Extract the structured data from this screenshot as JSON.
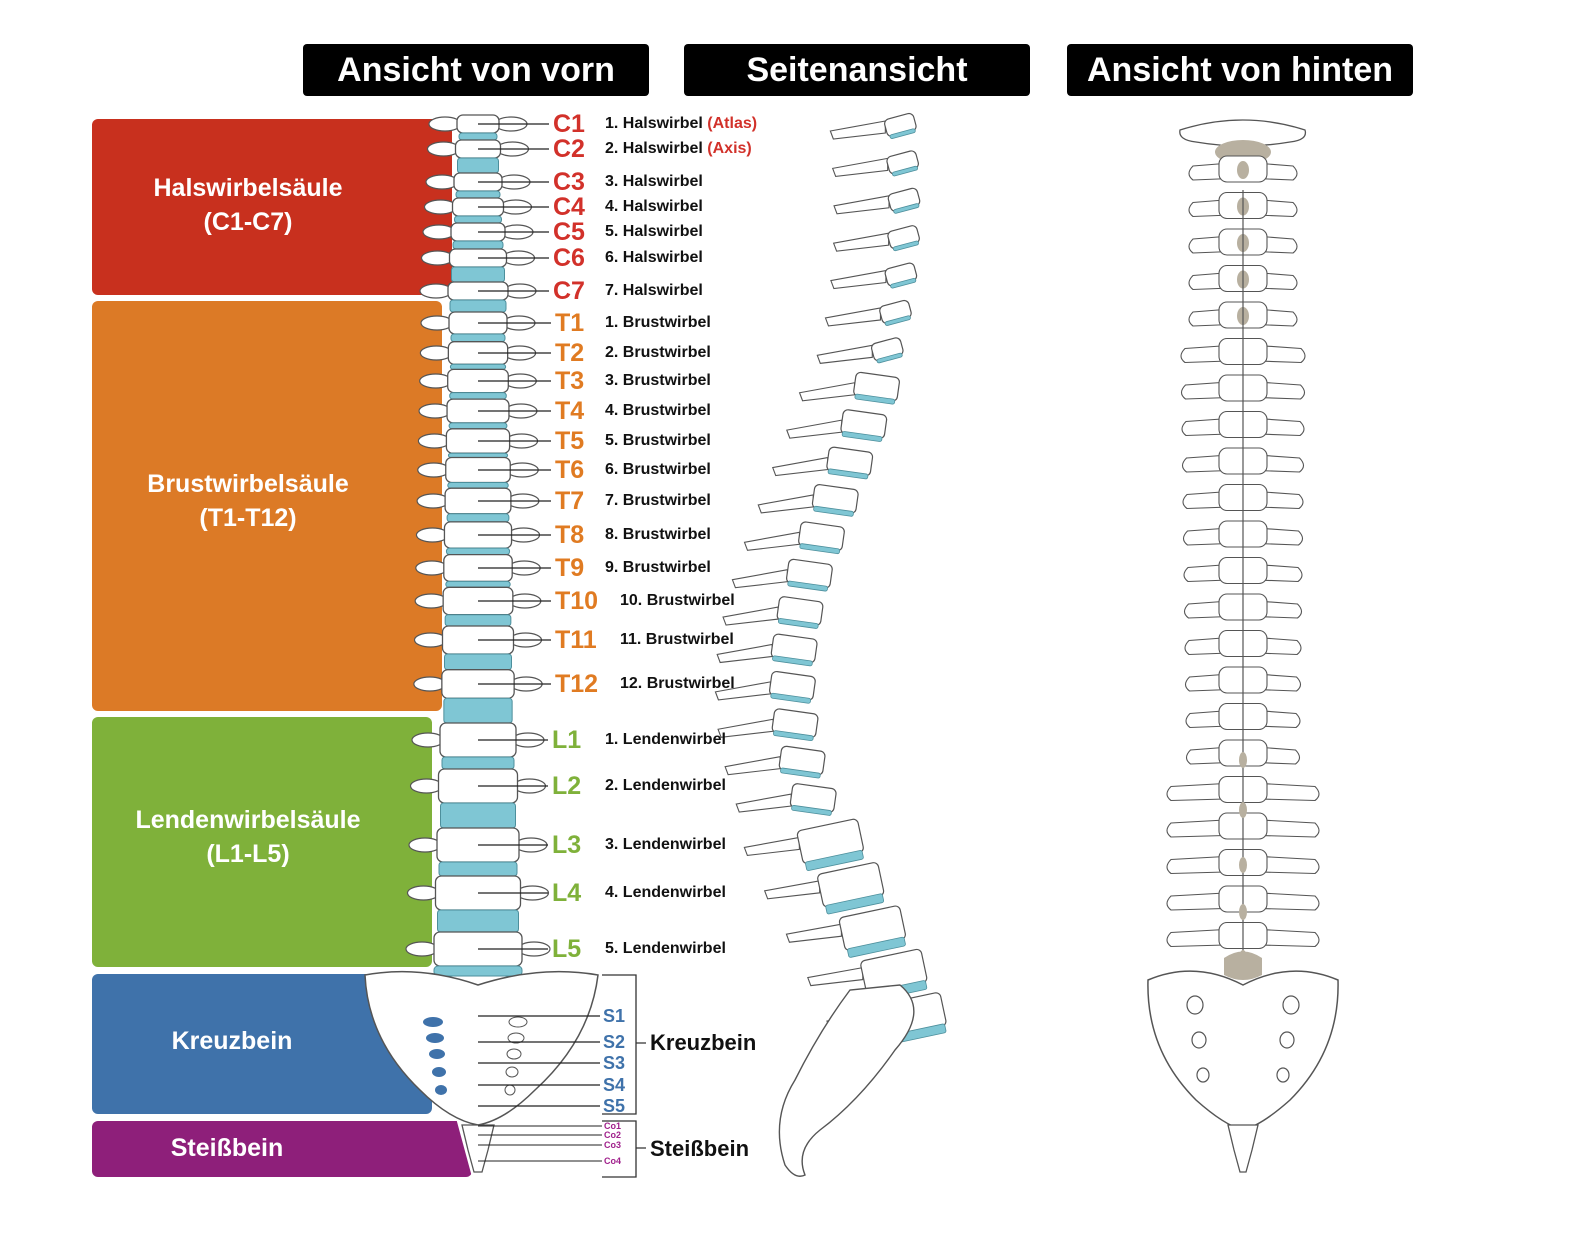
{
  "headers": {
    "front": "Ansicht von vorn",
    "side": "Seitenansicht",
    "back": "Ansicht von hinten"
  },
  "regions": [
    {
      "name": "cervical",
      "label": "Halswirbelsäule",
      "sub": "(C1-C7)",
      "color": "#c8301e"
    },
    {
      "name": "thoracic",
      "label": "Brustwirbelsäule",
      "sub": "(T1-T12)",
      "color": "#dc7a26"
    },
    {
      "name": "lumbar",
      "label": "Lendenwirbelsäule",
      "sub": "(L1-L5)",
      "color": "#7fb13a"
    },
    {
      "name": "sacrum",
      "label": "Kreuzbein",
      "sub": "",
      "color": "#3f72aa"
    },
    {
      "name": "coccyx",
      "label": "Steißbein",
      "sub": "",
      "color": "#8e1f7a"
    }
  ],
  "vertebrae": [
    {
      "code": "C1",
      "desc": "1. Halswirbel",
      "note": "(Atlas)",
      "color": "#d2312a"
    },
    {
      "code": "C2",
      "desc": "2. Halswirbel",
      "note": "(Axis)",
      "color": "#d2312a"
    },
    {
      "code": "C3",
      "desc": "3. Halswirbel",
      "note": "",
      "color": "#d2312a"
    },
    {
      "code": "C4",
      "desc": "4. Halswirbel",
      "note": "",
      "color": "#d2312a"
    },
    {
      "code": "C5",
      "desc": "5. Halswirbel",
      "note": "",
      "color": "#d2312a"
    },
    {
      "code": "C6",
      "desc": "6. Halswirbel",
      "note": "",
      "color": "#d2312a"
    },
    {
      "code": "C7",
      "desc": "7. Halswirbel",
      "note": "",
      "color": "#d2312a"
    },
    {
      "code": "T1",
      "desc": "1. Brustwirbel",
      "note": "",
      "color": "#e07b22"
    },
    {
      "code": "T2",
      "desc": "2. Brustwirbel",
      "note": "",
      "color": "#e07b22"
    },
    {
      "code": "T3",
      "desc": "3. Brustwirbel",
      "note": "",
      "color": "#e07b22"
    },
    {
      "code": "T4",
      "desc": "4. Brustwirbel",
      "note": "",
      "color": "#e07b22"
    },
    {
      "code": "T5",
      "desc": "5. Brustwirbel",
      "note": "",
      "color": "#e07b22"
    },
    {
      "code": "T6",
      "desc": "6. Brustwirbel",
      "note": "",
      "color": "#e07b22"
    },
    {
      "code": "T7",
      "desc": "7. Brustwirbel",
      "note": "",
      "color": "#e07b22"
    },
    {
      "code": "T8",
      "desc": "8. Brustwirbel",
      "note": "",
      "color": "#e07b22"
    },
    {
      "code": "T9",
      "desc": "9. Brustwirbel",
      "note": "",
      "color": "#e07b22"
    },
    {
      "code": "T10",
      "desc": "10. Brustwirbel",
      "note": "",
      "color": "#e07b22"
    },
    {
      "code": "T11",
      "desc": "11. Brustwirbel",
      "note": "",
      "color": "#e07b22"
    },
    {
      "code": "T12",
      "desc": "12. Brustwirbel",
      "note": "",
      "color": "#e07b22"
    },
    {
      "code": "L1",
      "desc": "1. Lendenwirbel",
      "note": "",
      "color": "#7fb13a"
    },
    {
      "code": "L2",
      "desc": "2. Lendenwirbel",
      "note": "",
      "color": "#7fb13a"
    },
    {
      "code": "L3",
      "desc": "3. Lendenwirbel",
      "note": "",
      "color": "#7fb13a"
    },
    {
      "code": "L4",
      "desc": "4. Lendenwirbel",
      "note": "",
      "color": "#7fb13a"
    },
    {
      "code": "L5",
      "desc": "5. Lendenwirbel",
      "note": "",
      "color": "#7fb13a"
    }
  ],
  "sacral": {
    "codes": [
      "S1",
      "S2",
      "S3",
      "S4",
      "S5"
    ],
    "group_label": "Kreuzbein",
    "color": "#3f72aa"
  },
  "coccygeal": {
    "codes": [
      "Co1",
      "Co2",
      "Co3",
      "Co4"
    ],
    "group_label": "Steißbein",
    "color": "#a0208c"
  },
  "colors": {
    "disc": "#7fc6d4",
    "bone_fill": "#ffffff",
    "bone_stroke": "#555555",
    "bone_shade": "#e6e6e6",
    "canal": "#b8b0a0"
  }
}
